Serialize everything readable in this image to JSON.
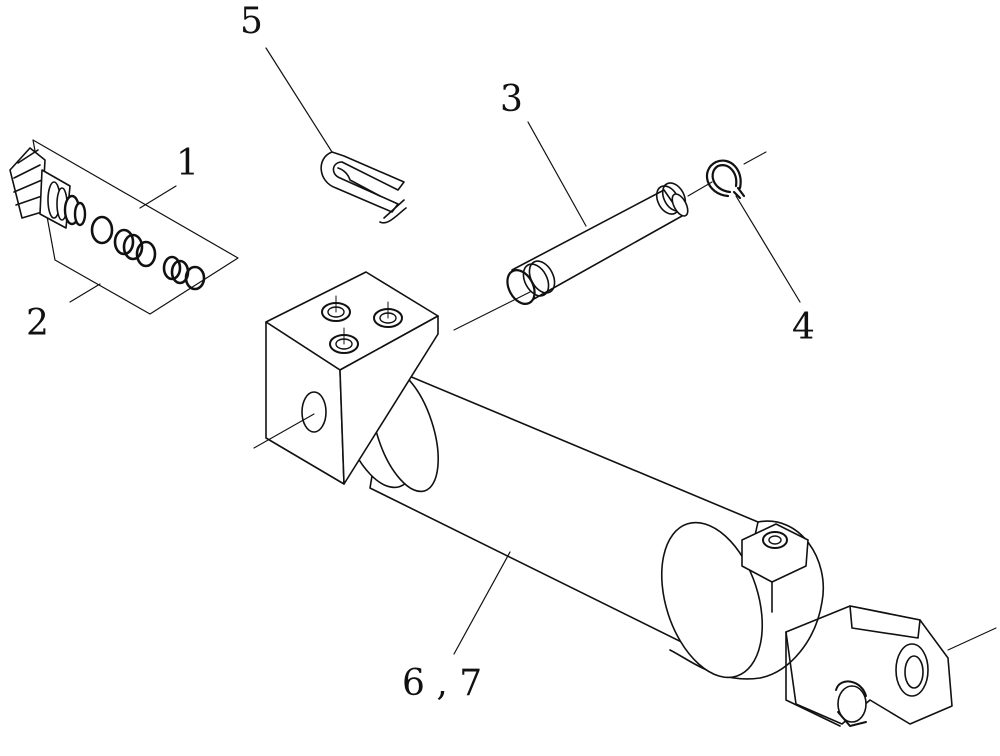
{
  "callouts": {
    "part_1": "1",
    "part_2": "2",
    "part_3": "3",
    "part_4": "4",
    "part_5": "5",
    "part_6_7": "6 , 7"
  }
}
